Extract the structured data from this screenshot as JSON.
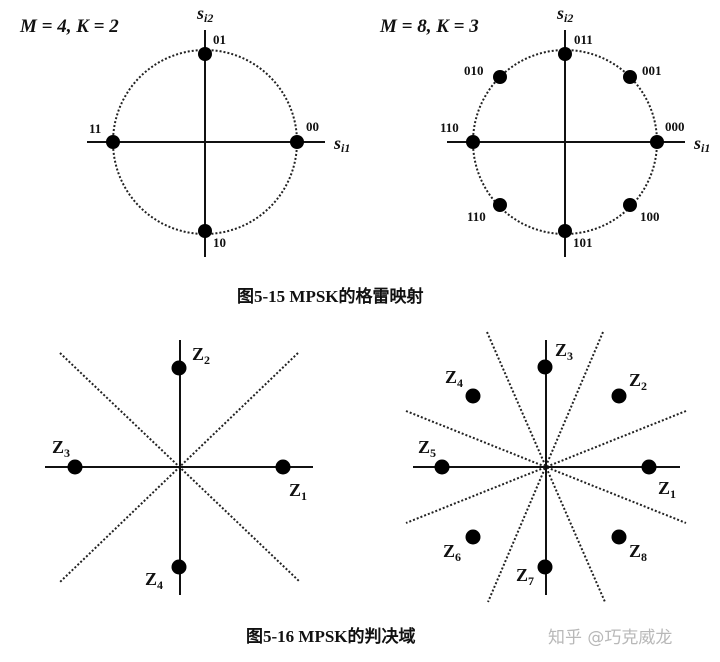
{
  "figure_5_15": {
    "caption": "图5-15   MPSK的格雷映射",
    "left": {
      "params": "M = 4, K = 2",
      "axis_x": {
        "base": "s",
        "sub": "i1"
      },
      "axis_y": {
        "base": "s",
        "sub": "i2"
      },
      "points": [
        {
          "label": "00",
          "angle_deg": 0
        },
        {
          "label": "01",
          "angle_deg": 90
        },
        {
          "label": "11",
          "angle_deg": 180
        },
        {
          "label": "10",
          "angle_deg": 270
        }
      ]
    },
    "right": {
      "params": "M = 8, K = 3",
      "axis_x": {
        "base": "s",
        "sub": "i1"
      },
      "axis_y": {
        "base": "s",
        "sub": "i2"
      },
      "points": [
        {
          "label": "000",
          "angle_deg": 0
        },
        {
          "label": "001",
          "angle_deg": 45
        },
        {
          "label": "011",
          "angle_deg": 90
        },
        {
          "label": "010",
          "angle_deg": 135
        },
        {
          "label": "110",
          "angle_deg": 180
        },
        {
          "label": "110",
          "angle_deg": 225
        },
        {
          "label": "101",
          "angle_deg": 270
        },
        {
          "label": "100",
          "angle_deg": 315
        }
      ]
    }
  },
  "figure_5_16": {
    "caption": "图5-16   MPSK的判决域",
    "left": {
      "regions": [
        {
          "base": "Z",
          "sub": "1"
        },
        {
          "base": "Z",
          "sub": "2"
        },
        {
          "base": "Z",
          "sub": "3"
        },
        {
          "base": "Z",
          "sub": "4"
        }
      ],
      "boundary_angles_deg": [
        45,
        135
      ]
    },
    "right": {
      "regions": [
        {
          "base": "Z",
          "sub": "1"
        },
        {
          "base": "Z",
          "sub": "2"
        },
        {
          "base": "Z",
          "sub": "3"
        },
        {
          "base": "Z",
          "sub": "4"
        },
        {
          "base": "Z",
          "sub": "5"
        },
        {
          "base": "Z",
          "sub": "6"
        },
        {
          "base": "Z",
          "sub": "7"
        },
        {
          "base": "Z",
          "sub": "8"
        }
      ],
      "boundary_angles_deg": [
        22.5,
        67.5,
        112.5,
        157.5
      ]
    }
  },
  "watermark": "知乎 @巧克威龙"
}
